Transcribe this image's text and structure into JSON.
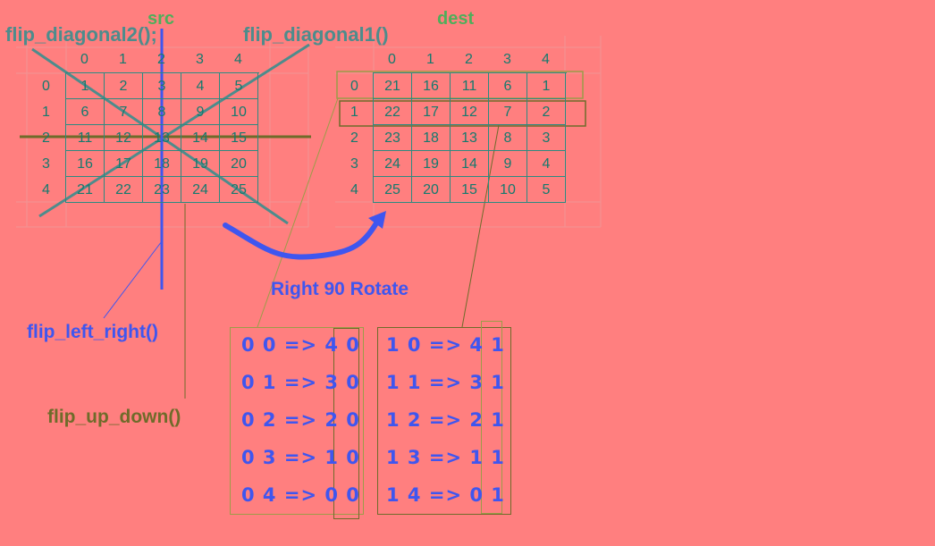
{
  "labels": {
    "src": "src",
    "dest": "dest",
    "flip_diagonal2": "flip_diagonal2();",
    "flip_diagonal1": "flip_diagonal1()",
    "flip_left_right": "flip_left_right()",
    "flip_up_down": "flip_up_down()",
    "rotate": "Right 90 Rotate"
  },
  "src_grid": {
    "col_headers": [
      "0",
      "1",
      "2",
      "3",
      "4"
    ],
    "row_headers": [
      "0",
      "1",
      "2",
      "3",
      "4"
    ],
    "rows": [
      [
        "1",
        "2",
        "3",
        "4",
        "5"
      ],
      [
        "6",
        "7",
        "8",
        "9",
        "10"
      ],
      [
        "11",
        "12",
        "13",
        "14",
        "15"
      ],
      [
        "16",
        "17",
        "18",
        "19",
        "20"
      ],
      [
        "21",
        "22",
        "23",
        "24",
        "25"
      ]
    ]
  },
  "dest_grid": {
    "col_headers": [
      "0",
      "1",
      "2",
      "3",
      "4"
    ],
    "row_headers": [
      "0",
      "1",
      "2",
      "3",
      "4"
    ],
    "rows": [
      [
        "21",
        "16",
        "11",
        "6",
        "1"
      ],
      [
        "22",
        "17",
        "12",
        "7",
        "2"
      ],
      [
        "23",
        "18",
        "13",
        "8",
        "3"
      ],
      [
        "24",
        "19",
        "14",
        "9",
        "4"
      ],
      [
        "25",
        "20",
        "15",
        "10",
        "5"
      ]
    ]
  },
  "mapping_left": [
    "0 0 => 4 0",
    "0 1 => 3 0",
    "0 2 => 2 0",
    "0 3 => 1 0",
    "0 4 => 0 0"
  ],
  "mapping_right": [
    "1 0 => 4 1",
    "1 1 => 3 1",
    "1 2 => 2 1",
    "1 3 => 1 1",
    "1 4 => 0 1"
  ],
  "colors": {
    "background": "#ff7f7f",
    "teal": "#147a6e",
    "green_label": "#4fae5a",
    "blue": "#3f56ef",
    "olive": "#6f6b2a",
    "grid_faint": "#f39a9a"
  }
}
